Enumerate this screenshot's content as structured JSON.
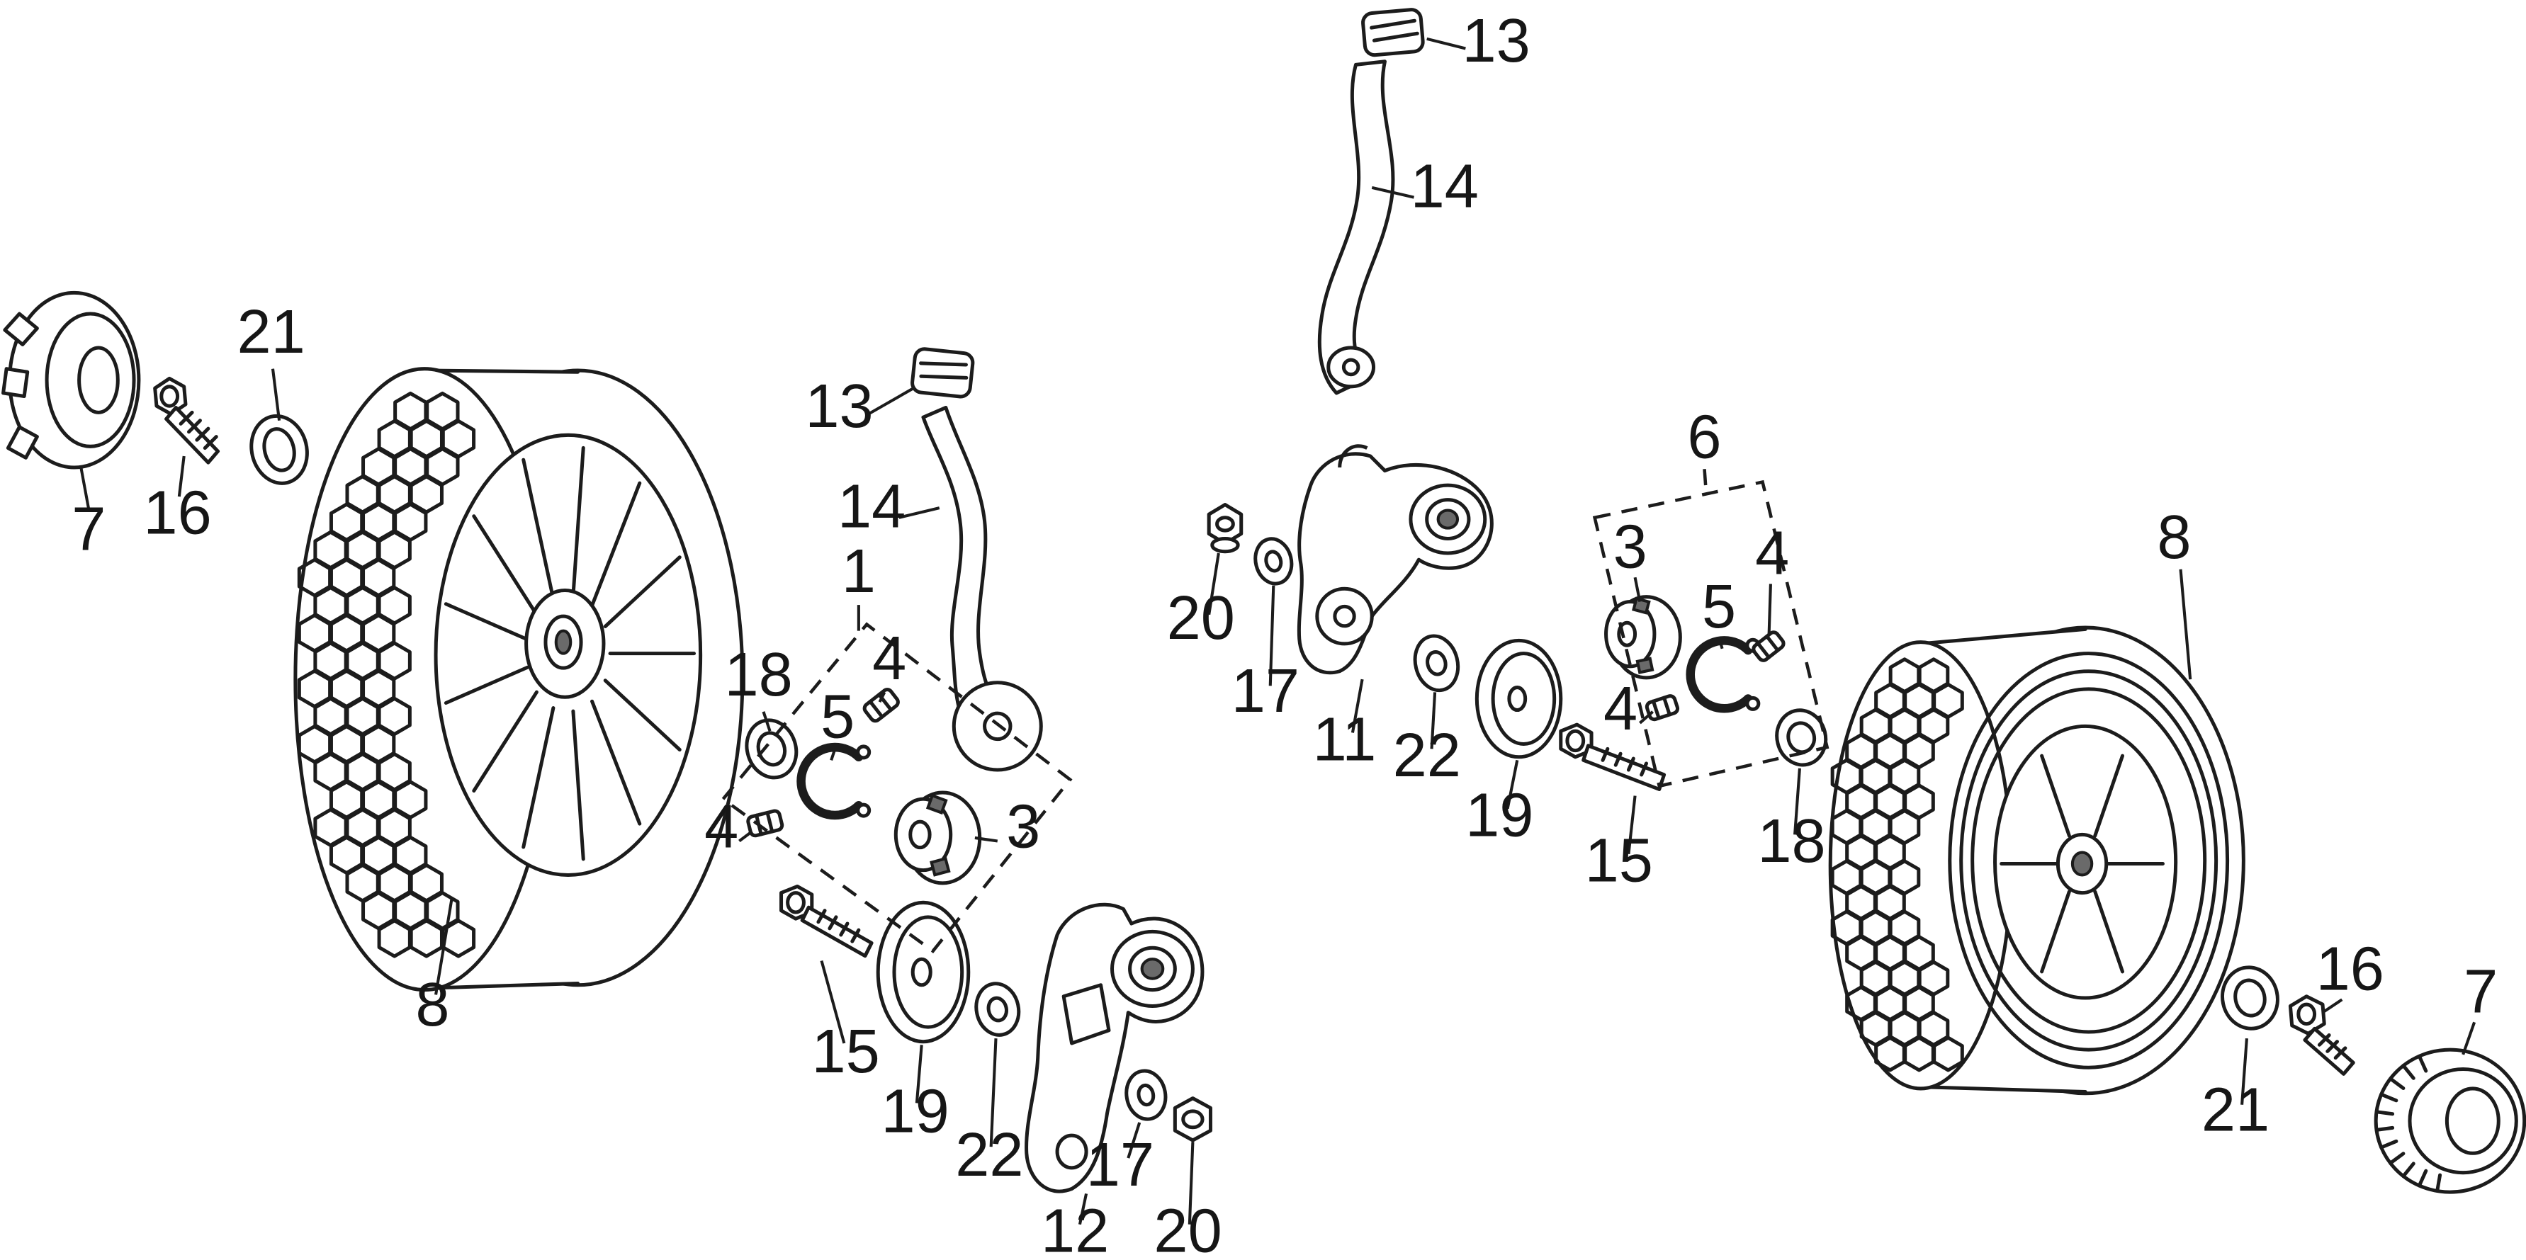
{
  "diagram": {
    "background": "#ffffff",
    "line_color": "#1c1c1c",
    "callouts": [
      {
        "number": "13"
      },
      {
        "number": "14"
      },
      {
        "number": "21"
      },
      {
        "number": "7"
      },
      {
        "number": "16"
      },
      {
        "number": "13"
      },
      {
        "number": "14"
      },
      {
        "number": "1"
      },
      {
        "number": "18"
      },
      {
        "number": "4"
      },
      {
        "number": "5"
      },
      {
        "number": "4"
      },
      {
        "number": "3"
      },
      {
        "number": "8"
      },
      {
        "number": "15"
      },
      {
        "number": "19"
      },
      {
        "number": "22"
      },
      {
        "number": "12"
      },
      {
        "number": "17"
      },
      {
        "number": "20"
      },
      {
        "number": "20"
      },
      {
        "number": "17"
      },
      {
        "number": "11"
      },
      {
        "number": "22"
      },
      {
        "number": "19"
      },
      {
        "number": "15"
      },
      {
        "number": "6"
      },
      {
        "number": "3"
      },
      {
        "number": "5"
      },
      {
        "number": "4"
      },
      {
        "number": "4"
      },
      {
        "number": "18"
      },
      {
        "number": "8"
      },
      {
        "number": "16"
      },
      {
        "number": "7"
      },
      {
        "number": "21"
      }
    ]
  }
}
